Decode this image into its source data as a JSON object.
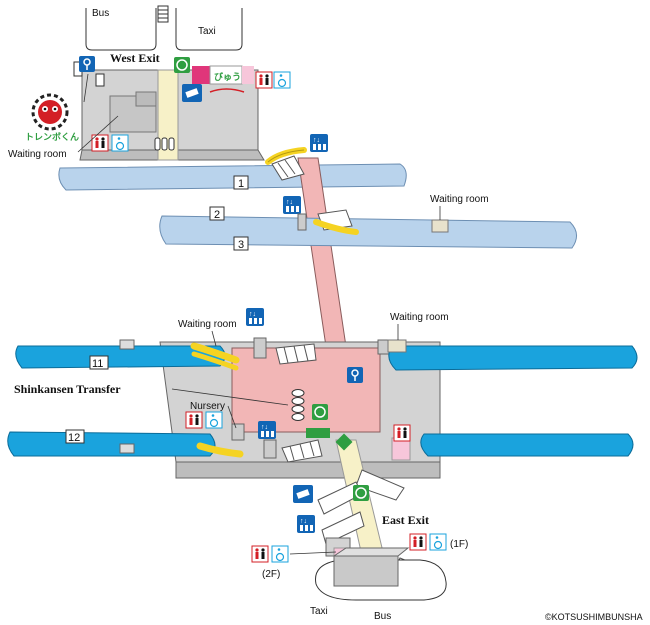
{
  "labels": {
    "bus_top": "Bus",
    "taxi_top": "Taxi",
    "west_exit": "West Exit",
    "waiting_room_west": "Waiting room",
    "waiting_room_mid": "Waiting room",
    "waiting_room_right": "Waiting room",
    "waiting_room_left_low": "Waiting room",
    "shinkansen_transfer": "Shinkansen Transfer",
    "nursery": "Nursery",
    "east_exit": "East Exit",
    "taxi_bottom": "Taxi",
    "bus_bottom": "Bus",
    "floor_1f": "(1F)",
    "floor_2f": "(2F)",
    "credit": "©KOTSUSHIMBUNSHA",
    "mascot": "トレンボくん"
  },
  "platforms": {
    "p1": "1",
    "p2": "2",
    "p3": "3",
    "p11": "11",
    "p12": "12"
  },
  "icons": {
    "restroom": "restroom-icon",
    "accessible": "wheelchair-icon",
    "elevator": "elevator-icon",
    "ticket_office": "green-window-icon",
    "police": "police-box-icon",
    "coin_locker": "key-locker-icon",
    "ticket_machine": "ticket-machine-icon"
  },
  "colors": {
    "platform_local": "#b9d3ec",
    "platform_shinkansen": "#1aa3dd",
    "concourse": "#f2b6b6",
    "corridor": "#f7f1c8",
    "building": "#d3d3d3",
    "escalator": "#f5d322",
    "icon_blue": "#1265b5",
    "icon_green": "#2f9e41",
    "restroom_red": "#d31f26"
  }
}
